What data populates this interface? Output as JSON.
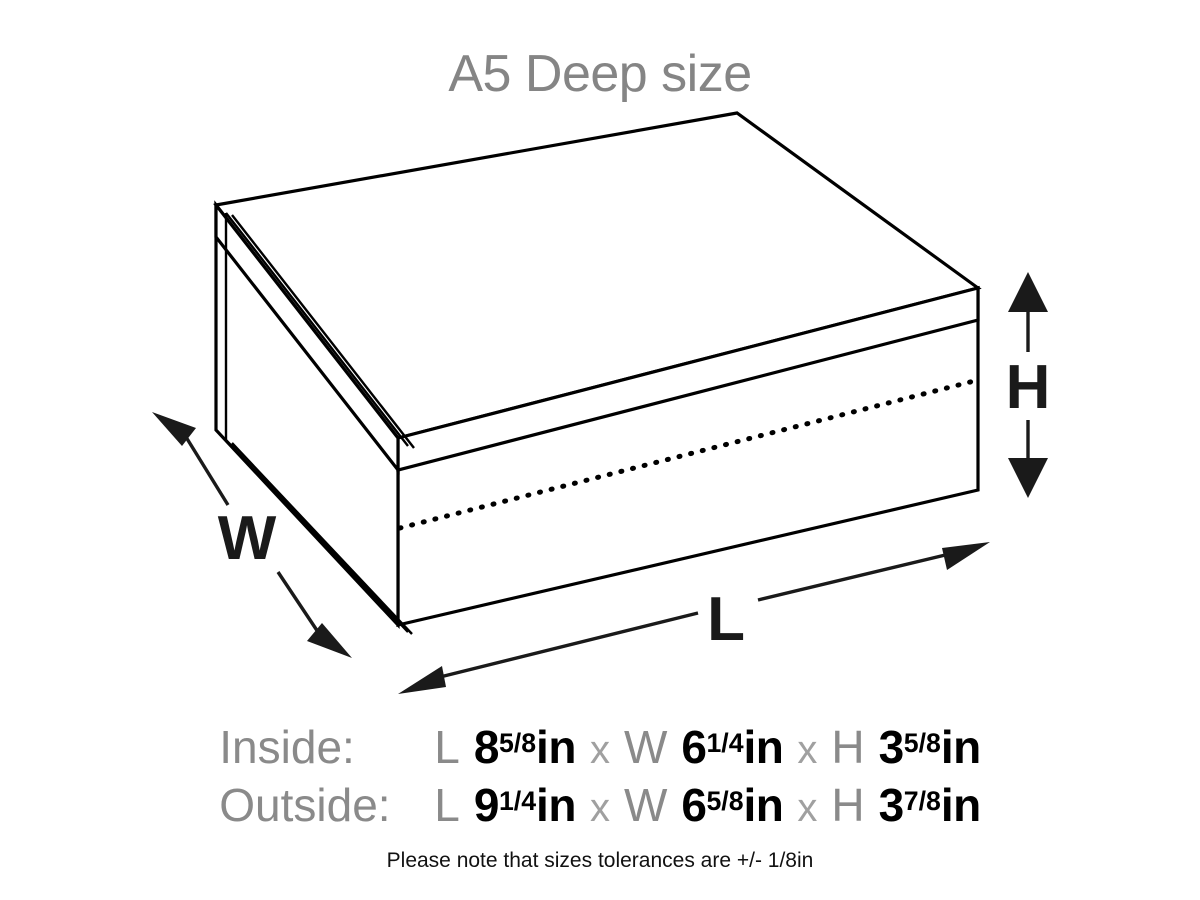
{
  "title": "A5 Deep size",
  "diagram": {
    "labels": {
      "length": "L",
      "width": "W",
      "height": "H"
    },
    "colors": {
      "line": "#000000",
      "title_gray": "#858585",
      "label_gray": "#8a8a8a",
      "value_black": "#000000",
      "background": "#ffffff"
    }
  },
  "dimensions": {
    "inside": {
      "label": "Inside:",
      "length_letter": "L",
      "length_whole": "8",
      "length_fraction": "5/8",
      "length_unit": "in",
      "sep1": "x",
      "width_letter": "W",
      "width_whole": "6",
      "width_fraction": "1/4",
      "width_unit": "in",
      "sep2": "x",
      "height_letter": "H",
      "height_whole": "3",
      "height_fraction": "5/8",
      "height_unit": "in"
    },
    "outside": {
      "label": "Outside:",
      "length_letter": "L",
      "length_whole": "9",
      "length_fraction": "1/4",
      "length_unit": "in",
      "sep1": "x",
      "width_letter": "W",
      "width_whole": "6",
      "width_fraction": "5/8",
      "width_unit": "in",
      "sep2": "x",
      "height_letter": "H",
      "height_whole": "3",
      "height_fraction": "7/8",
      "height_unit": "in"
    }
  },
  "footnote": "Please note that sizes tolerances are +/- 1/8in"
}
